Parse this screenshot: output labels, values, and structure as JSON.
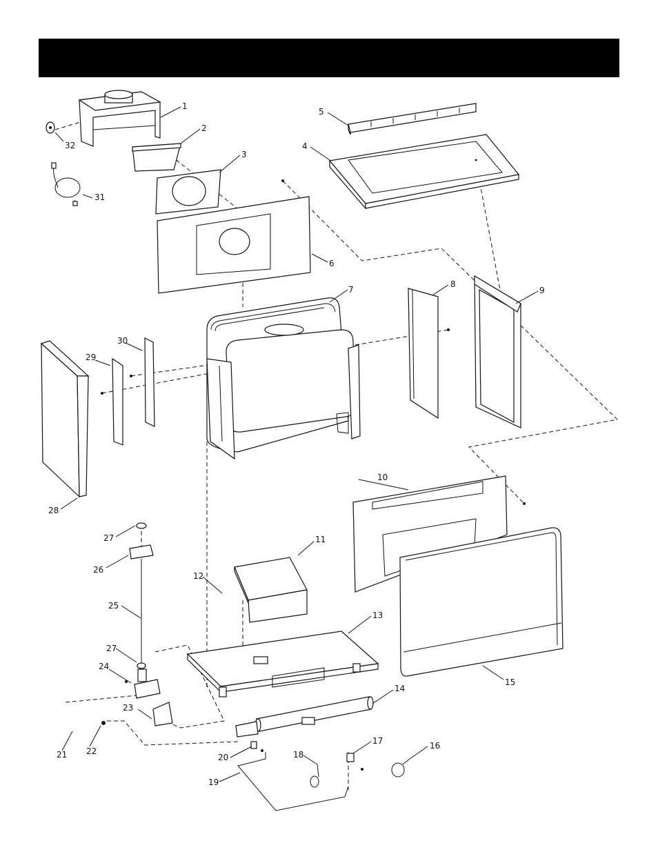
{
  "header": {
    "title": ""
  },
  "part_numbers": [
    "1",
    "2",
    "3",
    "4",
    "5",
    "6",
    "7",
    "8",
    "9",
    "10",
    "11",
    "12",
    "13",
    "14",
    "15",
    "16",
    "17",
    "18",
    "19",
    "20",
    "21",
    "22",
    "23",
    "24",
    "25",
    "26",
    "27",
    "27",
    "28",
    "29",
    "30",
    "31",
    "32"
  ]
}
